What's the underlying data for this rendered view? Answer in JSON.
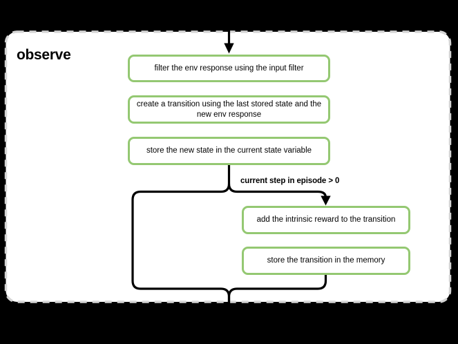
{
  "diagram": {
    "title": "observe",
    "nodes": [
      {
        "label": "filter the env response using the input filter"
      },
      {
        "label": "create a transition using the last stored state and the\nnew env response"
      },
      {
        "label": "store the new state in the current state variable"
      },
      {
        "label": "add the intrinsic reward to the transition"
      },
      {
        "label": "store the transition in the memory"
      }
    ],
    "branch_label": "current step in episode > 0",
    "colors": {
      "node_border_green": "#94c872",
      "connector_black": "#000000",
      "panel_background": "#ffffff",
      "panel_border_gray": "#d5d5d5",
      "canvas_background": "#000000"
    }
  }
}
